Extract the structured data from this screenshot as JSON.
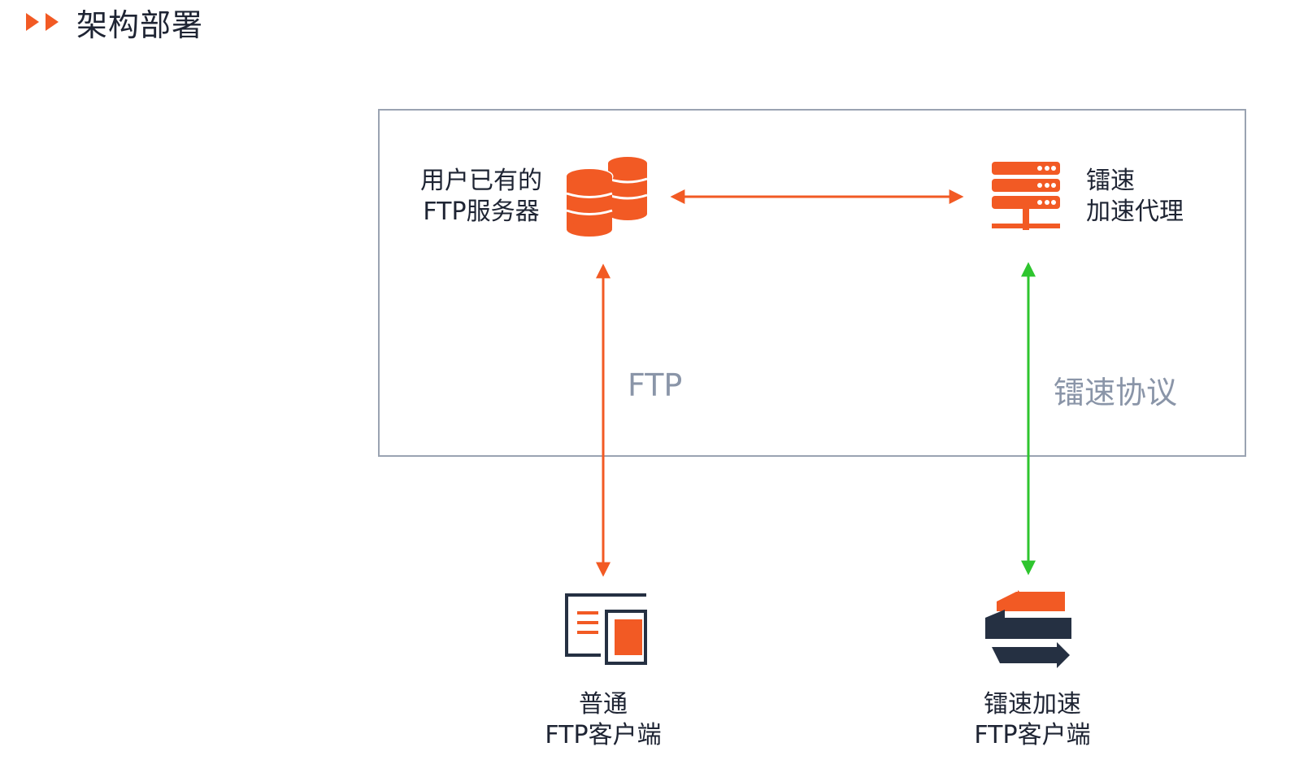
{
  "header": {
    "title": "架构部署"
  },
  "nodes": {
    "ftp_server": {
      "line1": "用户已有的",
      "line2": "FTP服务器"
    },
    "proxy": {
      "line1": "镭速",
      "line2": "加速代理"
    },
    "normal_client": {
      "line1": "普通",
      "line2": "FTP客户端"
    },
    "accel_client": {
      "line1": "镭速加速",
      "line2": "FTP客户端"
    }
  },
  "edges": {
    "left_protocol": "FTP",
    "right_protocol": "镭速协议"
  },
  "colors": {
    "accent_orange": "#f25a24",
    "green": "#2ec52e",
    "dark_navy": "#253042",
    "frame_gray": "#9aa3b2",
    "label_gray": "#8a95a8"
  },
  "icons": {
    "header_marker": "double-triangle-icon",
    "ftp_server": "database-stack-icon",
    "proxy": "server-rack-icon",
    "normal_client": "desktop-document-icon",
    "accel_client": "sync-arrows-icon"
  }
}
